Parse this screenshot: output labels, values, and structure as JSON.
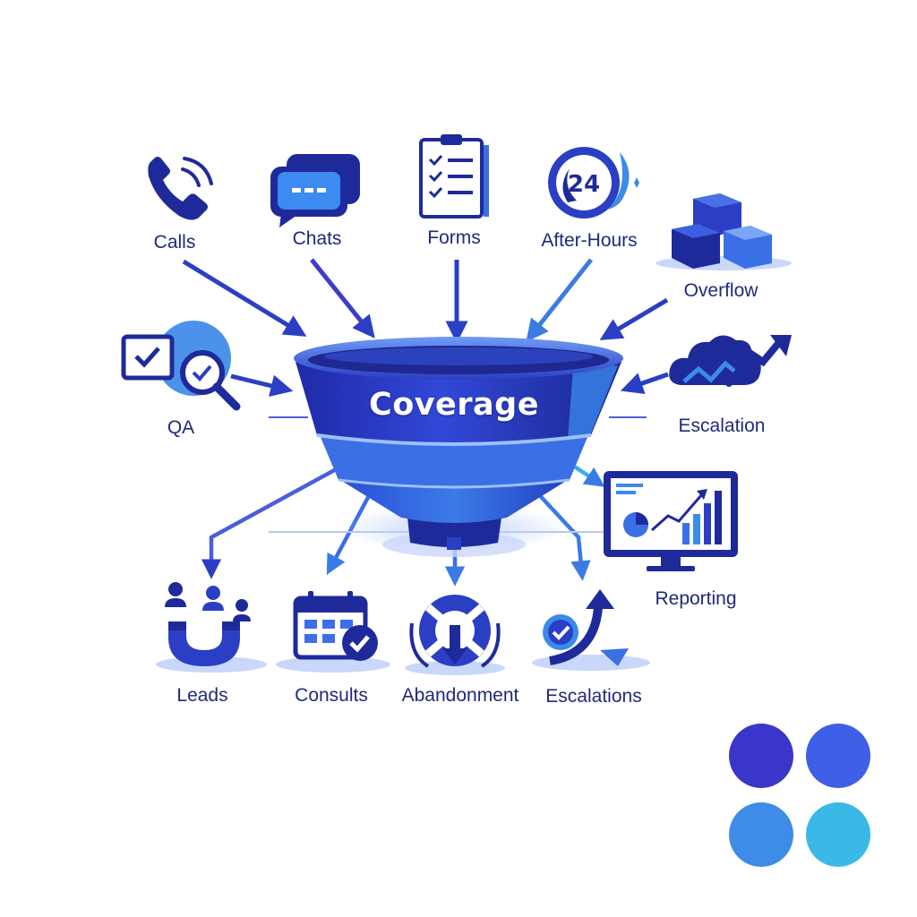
{
  "center": {
    "label": "Coverage"
  },
  "inputs": [
    {
      "id": "calls",
      "label": "Calls",
      "icon": "phone-icon"
    },
    {
      "id": "chats",
      "label": "Chats",
      "icon": "chat-bubble-icon"
    },
    {
      "id": "forms",
      "label": "Forms",
      "icon": "clipboard-checklist-icon"
    },
    {
      "id": "after-hours",
      "label": "After-Hours",
      "icon": "clock-24-moon-icon",
      "badge": "24"
    },
    {
      "id": "overflow",
      "label": "Overflow",
      "icon": "stacked-boxes-icon"
    },
    {
      "id": "qa",
      "label": "QA",
      "icon": "checkbox-magnifier-icon"
    },
    {
      "id": "escalation",
      "label": "Escalation",
      "icon": "cloud-trend-arrow-icon"
    }
  ],
  "outputs": [
    {
      "id": "leads",
      "label": "Leads",
      "icon": "magnet-people-icon"
    },
    {
      "id": "consults",
      "label": "Consults",
      "icon": "calendar-check-icon"
    },
    {
      "id": "abandonment",
      "label": "Abandonment",
      "icon": "lifebuoy-arrow-icon"
    },
    {
      "id": "escalations",
      "label": "Escalations",
      "icon": "check-up-arrow-icon"
    },
    {
      "id": "reporting",
      "label": "Reporting",
      "icon": "monitor-chart-icon"
    }
  ],
  "palette": {
    "primary": "#2b3fc4",
    "dark": "#1f2a9a",
    "accent": "#3a8be8",
    "swatches": [
      "#3a36c9",
      "#3e5fe6",
      "#3d8ce8",
      "#3ab9e6"
    ]
  }
}
